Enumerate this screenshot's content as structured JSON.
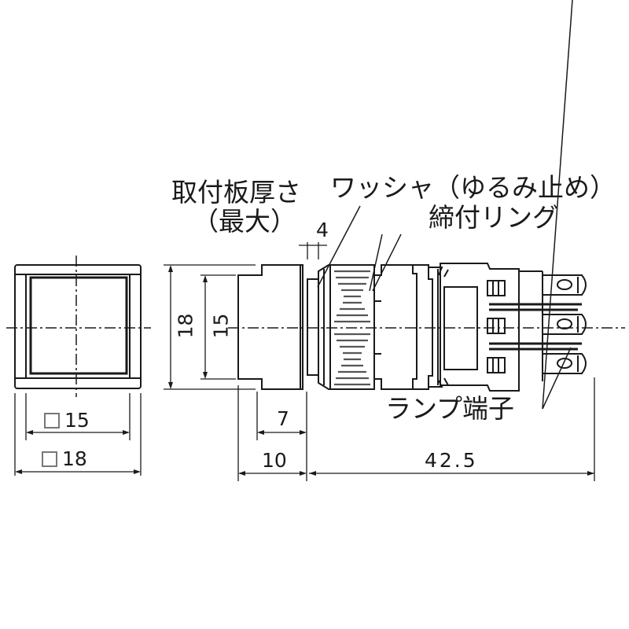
{
  "drawing": {
    "title": "Square push button switch dimensional drawing",
    "labels": {
      "mounting_thickness": "取付板厚さ",
      "mounting_thickness_max": "（最大）",
      "washer": "ワッシャ（ゆるみ止め）",
      "tightening_ring": "締付リング",
      "lamp_terminal": "ランプ端子"
    },
    "front_view": {
      "inner_square": "15",
      "outer_square": "18"
    },
    "side_view": {
      "height_outer": "18",
      "height_inner": "15",
      "panel_thickness": "4",
      "bezel_depth": "7",
      "front_length": "10",
      "body_length": "42.5"
    }
  }
}
